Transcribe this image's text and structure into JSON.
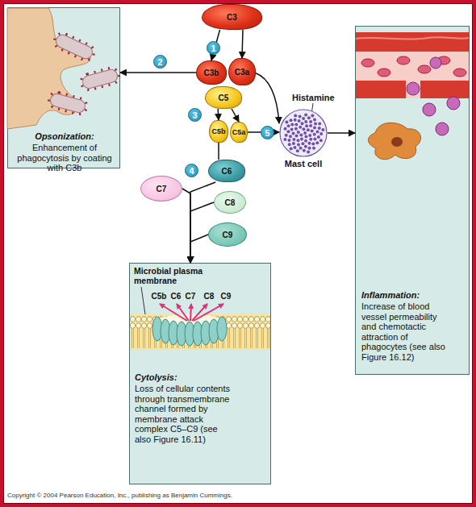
{
  "diagram": {
    "nodes": [
      {
        "text": [
          "C3"
        ]
      },
      {
        "text": [
          "C3b"
        ]
      },
      {
        "text": [
          "C3a"
        ]
      },
      {
        "text": [
          "Opsonization:",
          "Enhancement of phagocytosis by coating with C3b"
        ]
      },
      {
        "text": [
          "C5"
        ]
      },
      {
        "text": [
          "C5b"
        ]
      },
      {
        "text": [
          "C5a"
        ]
      },
      {
        "text": [
          "Mast cell"
        ]
      },
      {
        "text": [
          "Inflammation:",
          "Increase of blood vessel permeability and chemotactic attraction of phagocytes (see also Figure 16.12)"
        ]
      },
      {
        "text": [
          "C6"
        ]
      },
      {
        "text": [
          "C7"
        ]
      },
      {
        "text": [
          "C8"
        ]
      },
      {
        "text": [
          "C9"
        ]
      },
      {
        "text": [
          "Cytolysis:",
          "Loss of cellular contents through transmembrane channel formed by membrane attack complex C5–C9 (see also Figure 16.11)"
        ]
      }
    ],
    "edges": [
      {
        "from": 0,
        "to": 1,
        "arrow": "to"
      },
      {
        "from": 0,
        "to": 2,
        "arrow": "to"
      },
      {
        "from": 1,
        "to": 3,
        "arrow": "to"
      },
      {
        "from": 2,
        "to": 7,
        "arrow": "to"
      },
      {
        "from": 4,
        "to": 5,
        "arrow": "to"
      },
      {
        "from": 4,
        "to": 6,
        "arrow": "to"
      },
      {
        "from": 6,
        "to": 7,
        "arrow": "to"
      },
      {
        "from": 7,
        "to": 8,
        "arrow": "to"
      },
      {
        "from": 5,
        "to": 9,
        "arrow": "none"
      },
      {
        "from": 9,
        "to": 13,
        "arrow": "to"
      },
      {
        "from": 10,
        "to": 13,
        "arrow": "to"
      },
      {
        "from": 11,
        "to": 13,
        "arrow": "to"
      },
      {
        "from": 12,
        "to": 13,
        "arrow": "to"
      }
    ],
    "labels": [
      "1",
      "2",
      "3",
      "4",
      "5",
      "Histamine",
      "Microbial plasma membrane",
      "C5b",
      "C6",
      "C7",
      "C8",
      "C9",
      "Copyright © 2004 Pearson Education, Inc., publishing as Benjamin Cummings."
    ]
  }
}
